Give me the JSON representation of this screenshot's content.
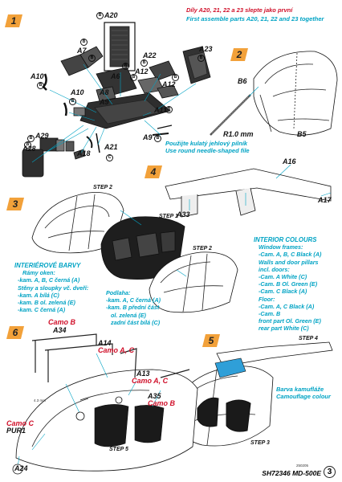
{
  "steps": [
    "1",
    "2",
    "3",
    "4",
    "5",
    "6"
  ],
  "step1": {
    "note_cz": "Díly A20, 21, 22 a 23 slepte jako první",
    "note_en": "First assemble parts A20, 21, 22 and 23 together",
    "parts": {
      "A20": "A20",
      "A7": "A7",
      "A22": "A22",
      "A23": "A23",
      "A10a": "A10",
      "A6": "A6",
      "A12a": "A12",
      "A12b": "A12",
      "A10b": "A10",
      "A8": "A8",
      "A9a": "A9",
      "A11": "A11",
      "A29": "A29",
      "A28": "A28",
      "A18": "A18",
      "A21": "A21",
      "A9b": "A9"
    },
    "paint_codes": [
      "B",
      "B",
      "B",
      "B",
      "B",
      "B",
      "B",
      "B",
      "B",
      "B",
      "B",
      "B",
      "B",
      "B",
      "C"
    ]
  },
  "step2": {
    "parts": {
      "B6": "B6",
      "B5": "B5"
    },
    "dimension": "R1.0 mm",
    "note_cz": "Použijte kulatý jehlový pilník",
    "note_en": "Use round needle-shaped file"
  },
  "step3": {
    "step_labels": {
      "a": "STEP 2",
      "b": "STEP 1",
      "c": "STEP 2"
    },
    "interior_cz": {
      "title": "INTERIÉROVÉ BARVY",
      "lines": [
        "Rámy oken:",
        "-kam. A, B, C černá (A)",
        "Stěny a sloupky vč. dveří:",
        "-kam. A bílá (C)",
        "-kam. B ol. zelená (E)",
        "-kam. C černá (A)"
      ]
    },
    "floor_cz": {
      "lines": [
        "Podlaha:",
        "-kam. A, C černá (A)",
        "-kam. B přední část",
        "ol. zelená (E)",
        "zadní část bílá (C)"
      ]
    },
    "interior_en": {
      "title": "INTERIOR COLOURS",
      "lines": [
        "Window frames:",
        "-Cam. A, B, C Black (A)",
        "Walls and door pillars",
        "incl. doors:",
        "-Cam. A White (C)",
        "-Cam. B Ol. Green (E)",
        "-Cam. C Black (A)",
        "Floor:",
        "-Cam. A, C Black (A)",
        "-Cam. B",
        "front part Ol. Green (E)",
        "rear part White (C)"
      ]
    }
  },
  "step4": {
    "parts": {
      "A16": "A16",
      "A17": "A17",
      "A33": "A33"
    }
  },
  "step5": {
    "step_labels": {
      "a": "STEP 4",
      "b": "STEP 3"
    },
    "note_cz": "Barva kamufláže",
    "note_en": "Camouflage colour"
  },
  "step6": {
    "parts": {
      "A34": "A34",
      "A14": "A14",
      "A13": "A13",
      "A35": "A35",
      "PUR1": "PUR1",
      "A24": "A24"
    },
    "camo": {
      "b1": "Camo B",
      "ac1": "Camo A, C",
      "ac2": "Camo A, C",
      "b2": "Camo B",
      "c": "Camo C"
    },
    "step_label": "STEP 5",
    "dim": "4.3 mm"
  },
  "footer": {
    "code": "SH72346 MD-500E",
    "page": "3",
    "tiny": "250205"
  }
}
